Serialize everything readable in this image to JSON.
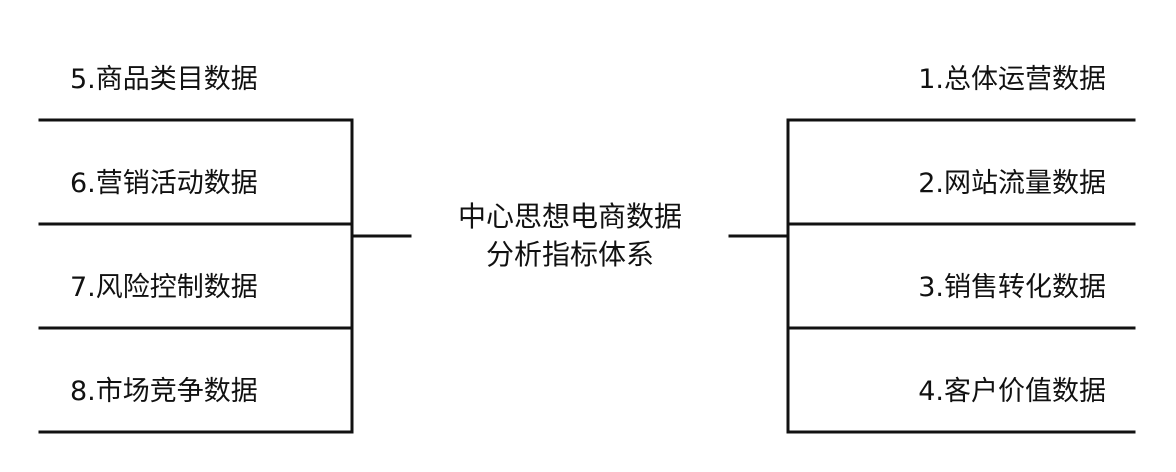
{
  "diagram": {
    "center": {
      "line1": "中心思想电商数据",
      "line2": "分析指标体系"
    },
    "left_items": [
      "5.商品类目数据",
      "6.营销活动数据",
      "7.风险控制数据",
      "8.市场竞争数据"
    ],
    "right_items": [
      "1.总体运营数据",
      "2.网站流量数据",
      "3.销售转化数据",
      "4.客户价值数据"
    ]
  }
}
